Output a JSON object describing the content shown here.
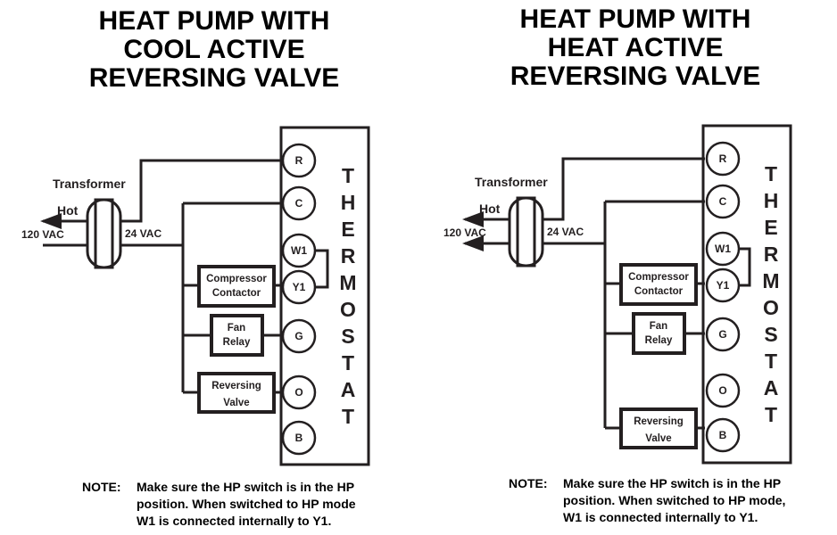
{
  "diagrams": [
    {
      "title": [
        "HEAT PUMP WITH",
        "COOL ACTIVE",
        "REVERSING VALVE"
      ],
      "transformer_label": "Transformer",
      "hot_label": "Hot",
      "primary_label": "120 VAC",
      "secondary_label": "24 VAC",
      "terminals": [
        "R",
        "C",
        "W1",
        "Y1",
        "G",
        "O",
        "B"
      ],
      "thermostat_letters": [
        "T",
        "H",
        "E",
        "R",
        "M",
        "O",
        "S",
        "T",
        "A",
        "T"
      ],
      "compressor": [
        "Compressor",
        "Contactor"
      ],
      "fan": [
        "Fan",
        "Relay"
      ],
      "reversing": [
        "Reversing",
        "Valve"
      ],
      "reversing_terminal": "O",
      "note_label": "NOTE:",
      "note_lines": [
        "Make sure the HP switch is in the HP",
        "position. When switched to HP mode",
        "W1 is connected internally to Y1."
      ]
    },
    {
      "title": [
        "HEAT PUMP WITH",
        "HEAT ACTIVE",
        "REVERSING VALVE"
      ],
      "transformer_label": "Transformer",
      "hot_label": "Hot",
      "primary_label": "120 VAC",
      "secondary_label": "24 VAC",
      "terminals": [
        "R",
        "C",
        "W1",
        "Y1",
        "G",
        "O",
        "B"
      ],
      "thermostat_letters": [
        "T",
        "H",
        "E",
        "R",
        "M",
        "O",
        "S",
        "T",
        "A",
        "T"
      ],
      "compressor": [
        "Compressor",
        "Contactor"
      ],
      "fan": [
        "Fan",
        "Relay"
      ],
      "reversing": [
        "Reversing",
        "Valve"
      ],
      "reversing_terminal": "B",
      "note_label": "NOTE:",
      "note_lines": [
        "Make sure the HP switch is in the HP",
        "position. When switched to HP mode,",
        "W1 is connected internally to Y1."
      ]
    }
  ]
}
